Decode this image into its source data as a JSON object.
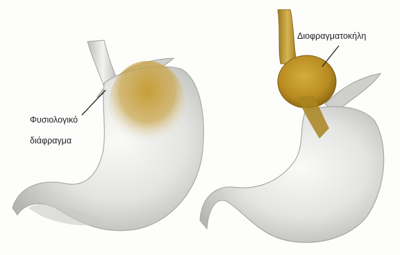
{
  "labels": {
    "normal_diaphragm_line1": "Φυσιολογικό",
    "normal_diaphragm_line2": "διάφραγμα",
    "hiatal_hernia": "Διοφραγματοκήλη"
  },
  "colors": {
    "background": "#fdfdfc",
    "stomach_light": "#f4f4f3",
    "stomach_mid": "#d6d6d4",
    "stomach_shadow": "#a9a9a7",
    "acid_yellow": "#c8a030",
    "acid_dark": "#a37a18",
    "leader_line": "#1f1f1f"
  }
}
